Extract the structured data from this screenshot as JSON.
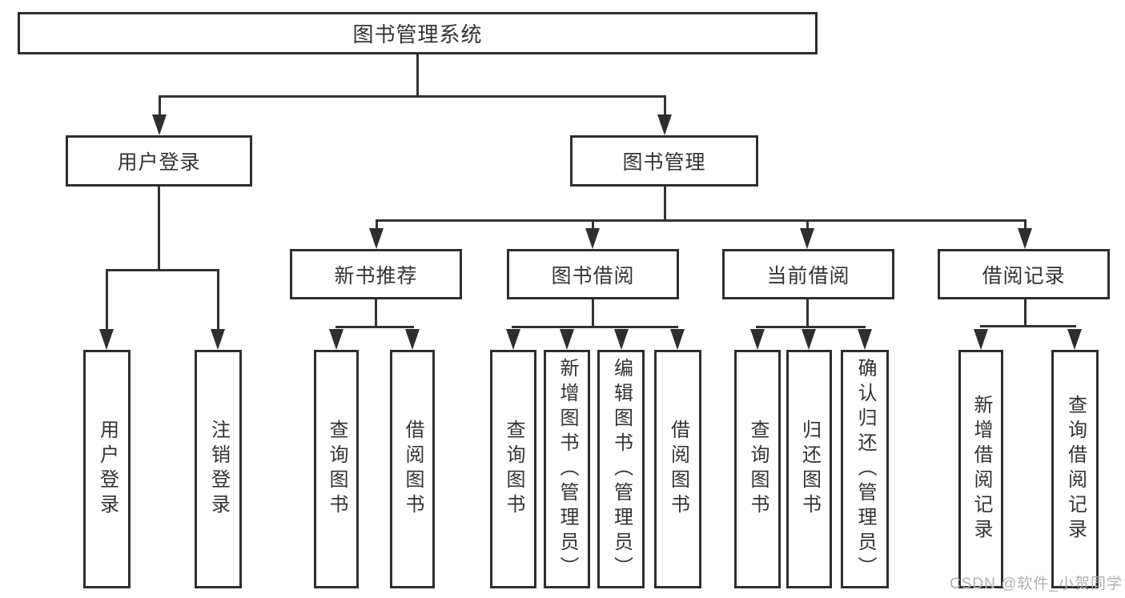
{
  "root": {
    "label": "图书管理系统"
  },
  "level2": [
    {
      "label": "用户登录"
    },
    {
      "label": "图书管理"
    }
  ],
  "level3": [
    {
      "label": "新书推荐"
    },
    {
      "label": "图书借阅"
    },
    {
      "label": "当前借阅"
    },
    {
      "label": "借阅记录"
    }
  ],
  "leaves": {
    "user_login": [
      {
        "label": "用户登录"
      },
      {
        "label": "注销登录"
      }
    ],
    "new_book": [
      {
        "label": "查询图书"
      },
      {
        "label": "借阅图书"
      }
    ],
    "book_borrow": [
      {
        "label": "查询图书"
      },
      {
        "label": "新增图书（管理员）"
      },
      {
        "label": "编辑图书（管理员）"
      },
      {
        "label": "借阅图书"
      }
    ],
    "current_borrow": [
      {
        "label": "查询图书"
      },
      {
        "label": "归还图书"
      },
      {
        "label": "确认归还（管理员）"
      }
    ],
    "borrow_record": [
      {
        "label": "新增借阅记录"
      },
      {
        "label": "查询借阅记录"
      }
    ]
  },
  "watermark": {
    "text": "CSDN @软件_小贺同学"
  },
  "colors": {
    "line": "#333333",
    "box_border": "#2e2e2e",
    "text": "#333333",
    "watermark": "#b0b0b0",
    "background": "#ffffff"
  }
}
